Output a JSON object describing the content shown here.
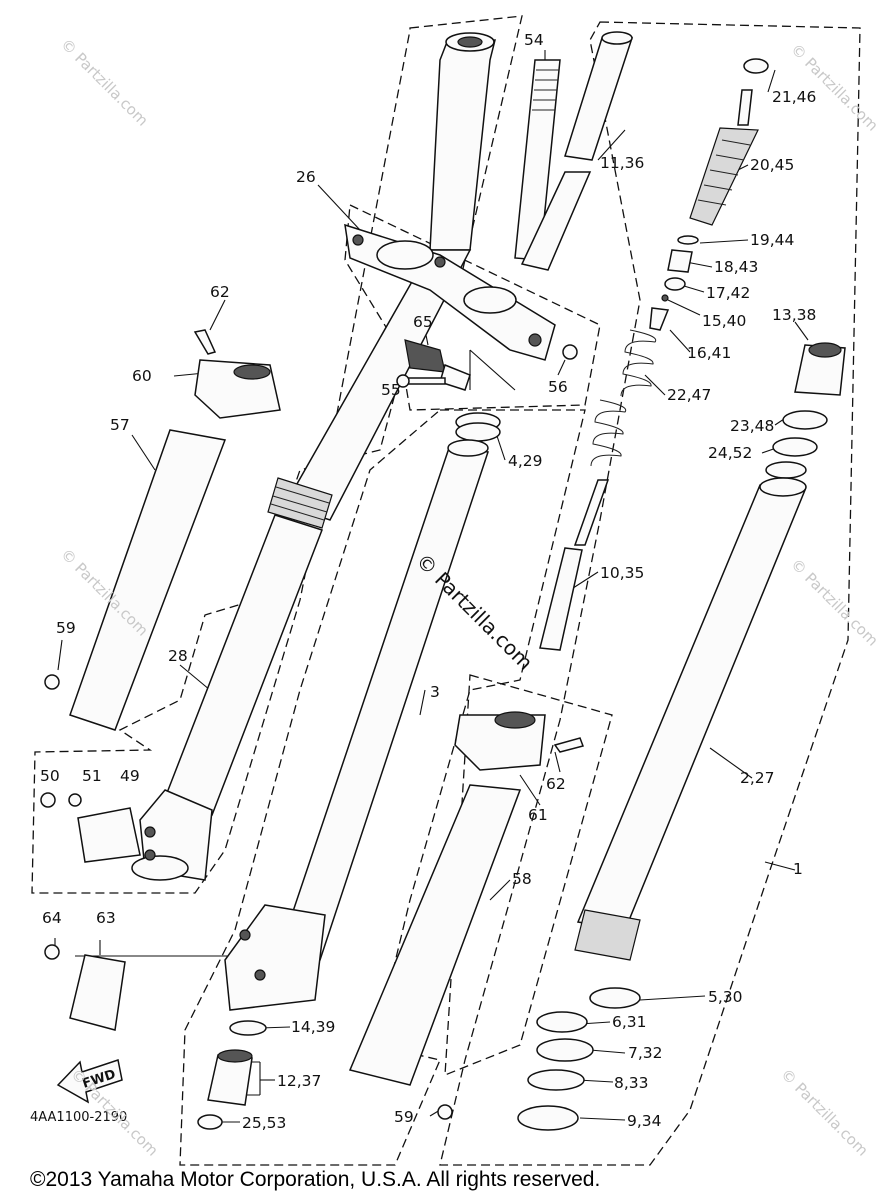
{
  "diagram_id": "4AA1100-2190",
  "copyright": "©2013 Yamaha Motor Corporation, U.S.A. All rights reserved.",
  "watermark_center": "© Partzilla.com",
  "watermark_corner": "© Partzilla.com",
  "fwd_label": "FWD",
  "labels": {
    "p54": "54",
    "p11_36": "11,36",
    "p21_46": "21,46",
    "p20_45": "20,45",
    "p26": "26",
    "p19_44": "19,44",
    "p18_43": "18,43",
    "p17_42": "17,42",
    "p62_top": "62",
    "p15_40": "15,40",
    "p13_38": "13,38",
    "p65": "65",
    "p16_41": "16,41",
    "p60": "60",
    "p56": "56",
    "p22_47": "22,47",
    "p55": "55",
    "p57": "57",
    "p4_29": "4,29",
    "p23_48": "23,48",
    "p24_52": "24,52",
    "p10_35": "10,35",
    "p59_top": "59",
    "p28": "28",
    "p3": "3",
    "p62_low": "62",
    "p50": "50",
    "p51": "51",
    "p49": "49",
    "p2_27": "2,27",
    "p61": "61",
    "p1": "1",
    "p58": "58",
    "p64": "64",
    "p63": "63",
    "p5_30": "5,30",
    "p6_31": "6,31",
    "p14_39": "14,39",
    "p7_32": "7,32",
    "p12_37": "12,37",
    "p8_33": "8,33",
    "p9_34": "9,34",
    "p25_53": "25,53",
    "p59_low": "59"
  }
}
